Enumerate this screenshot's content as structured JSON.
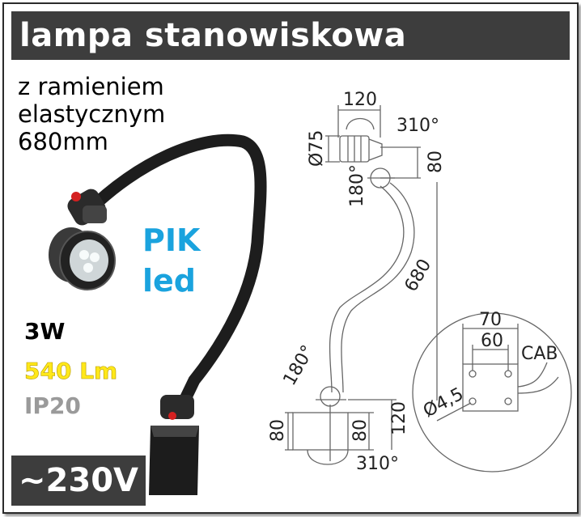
{
  "title": "lampa stanowiskowa",
  "subtitle": [
    "z ramieniem",
    "elastycznym",
    "680mm"
  ],
  "brand": [
    "PIK",
    "led"
  ],
  "specs": {
    "power": "3W",
    "lumen": "540 Lm",
    "ip": "IP20"
  },
  "voltage": "~230V",
  "colors": {
    "bar": "#3d3d3d",
    "brand": "#1aa3de",
    "lumen": "#ffe81a",
    "ip": "#9a9a9a"
  },
  "drawing": {
    "head_width": "120",
    "rotation_top": "310°",
    "head_diameter": "Ø75",
    "joint_height": "80",
    "tilt_top": "180°",
    "arm_length": "680",
    "tilt_bottom": "180°",
    "base_height_left": "80",
    "base_height_mid": "80",
    "base_height_right": "120",
    "rotation_bottom": "310°",
    "plate_width": "70",
    "hole_spacing": "60",
    "hole_diameter": "Ø4,5",
    "cable": "CAB"
  }
}
